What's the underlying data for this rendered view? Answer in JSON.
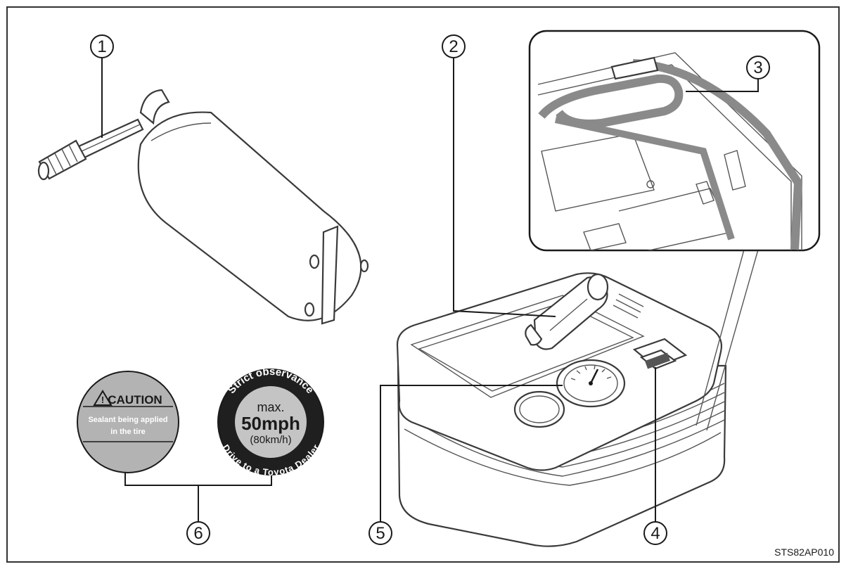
{
  "callouts": [
    "1",
    "2",
    "3",
    "4",
    "5",
    "6"
  ],
  "image_code": "STS82AP010",
  "caution_sticker": {
    "heading": "CAUTION",
    "line1": "Sealant being applied",
    "line2": "in the tire"
  },
  "speed_sticker": {
    "arc_top": "Strict observance",
    "max_label": "max.",
    "speed": "50mph",
    "speed_metric": "(80km/h)",
    "arc_bottom": "Drive to a Toyota Dealer"
  }
}
